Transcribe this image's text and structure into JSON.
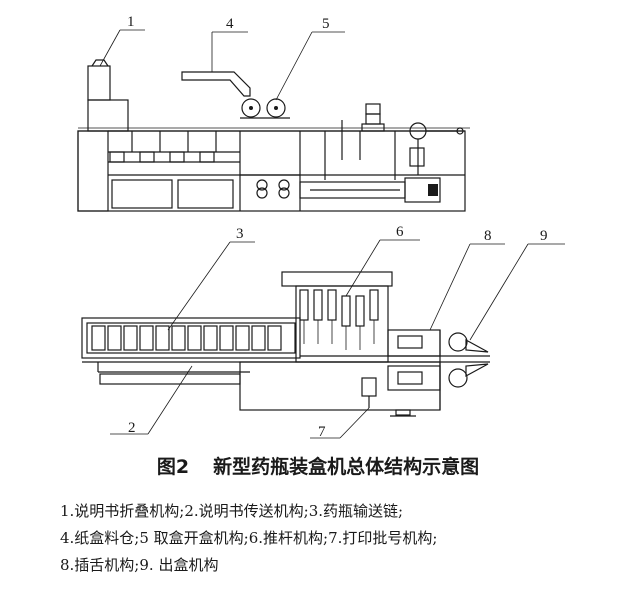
{
  "figure": {
    "callouts": [
      "1",
      "2",
      "3",
      "4",
      "5",
      "6",
      "7",
      "8",
      "9"
    ],
    "caption_number": "图2",
    "caption_title": "新型药瓶装盒机总体结构示意图",
    "legend_lines": [
      "1.说明书折叠机构;2.说明书传送机构;3.药瓶输送链;",
      "4.纸盒料仓;5 取盒开盒机构;6.推杆机构;7.打印批号机构;",
      "8.插舌机构;9. 出盒机构"
    ]
  }
}
